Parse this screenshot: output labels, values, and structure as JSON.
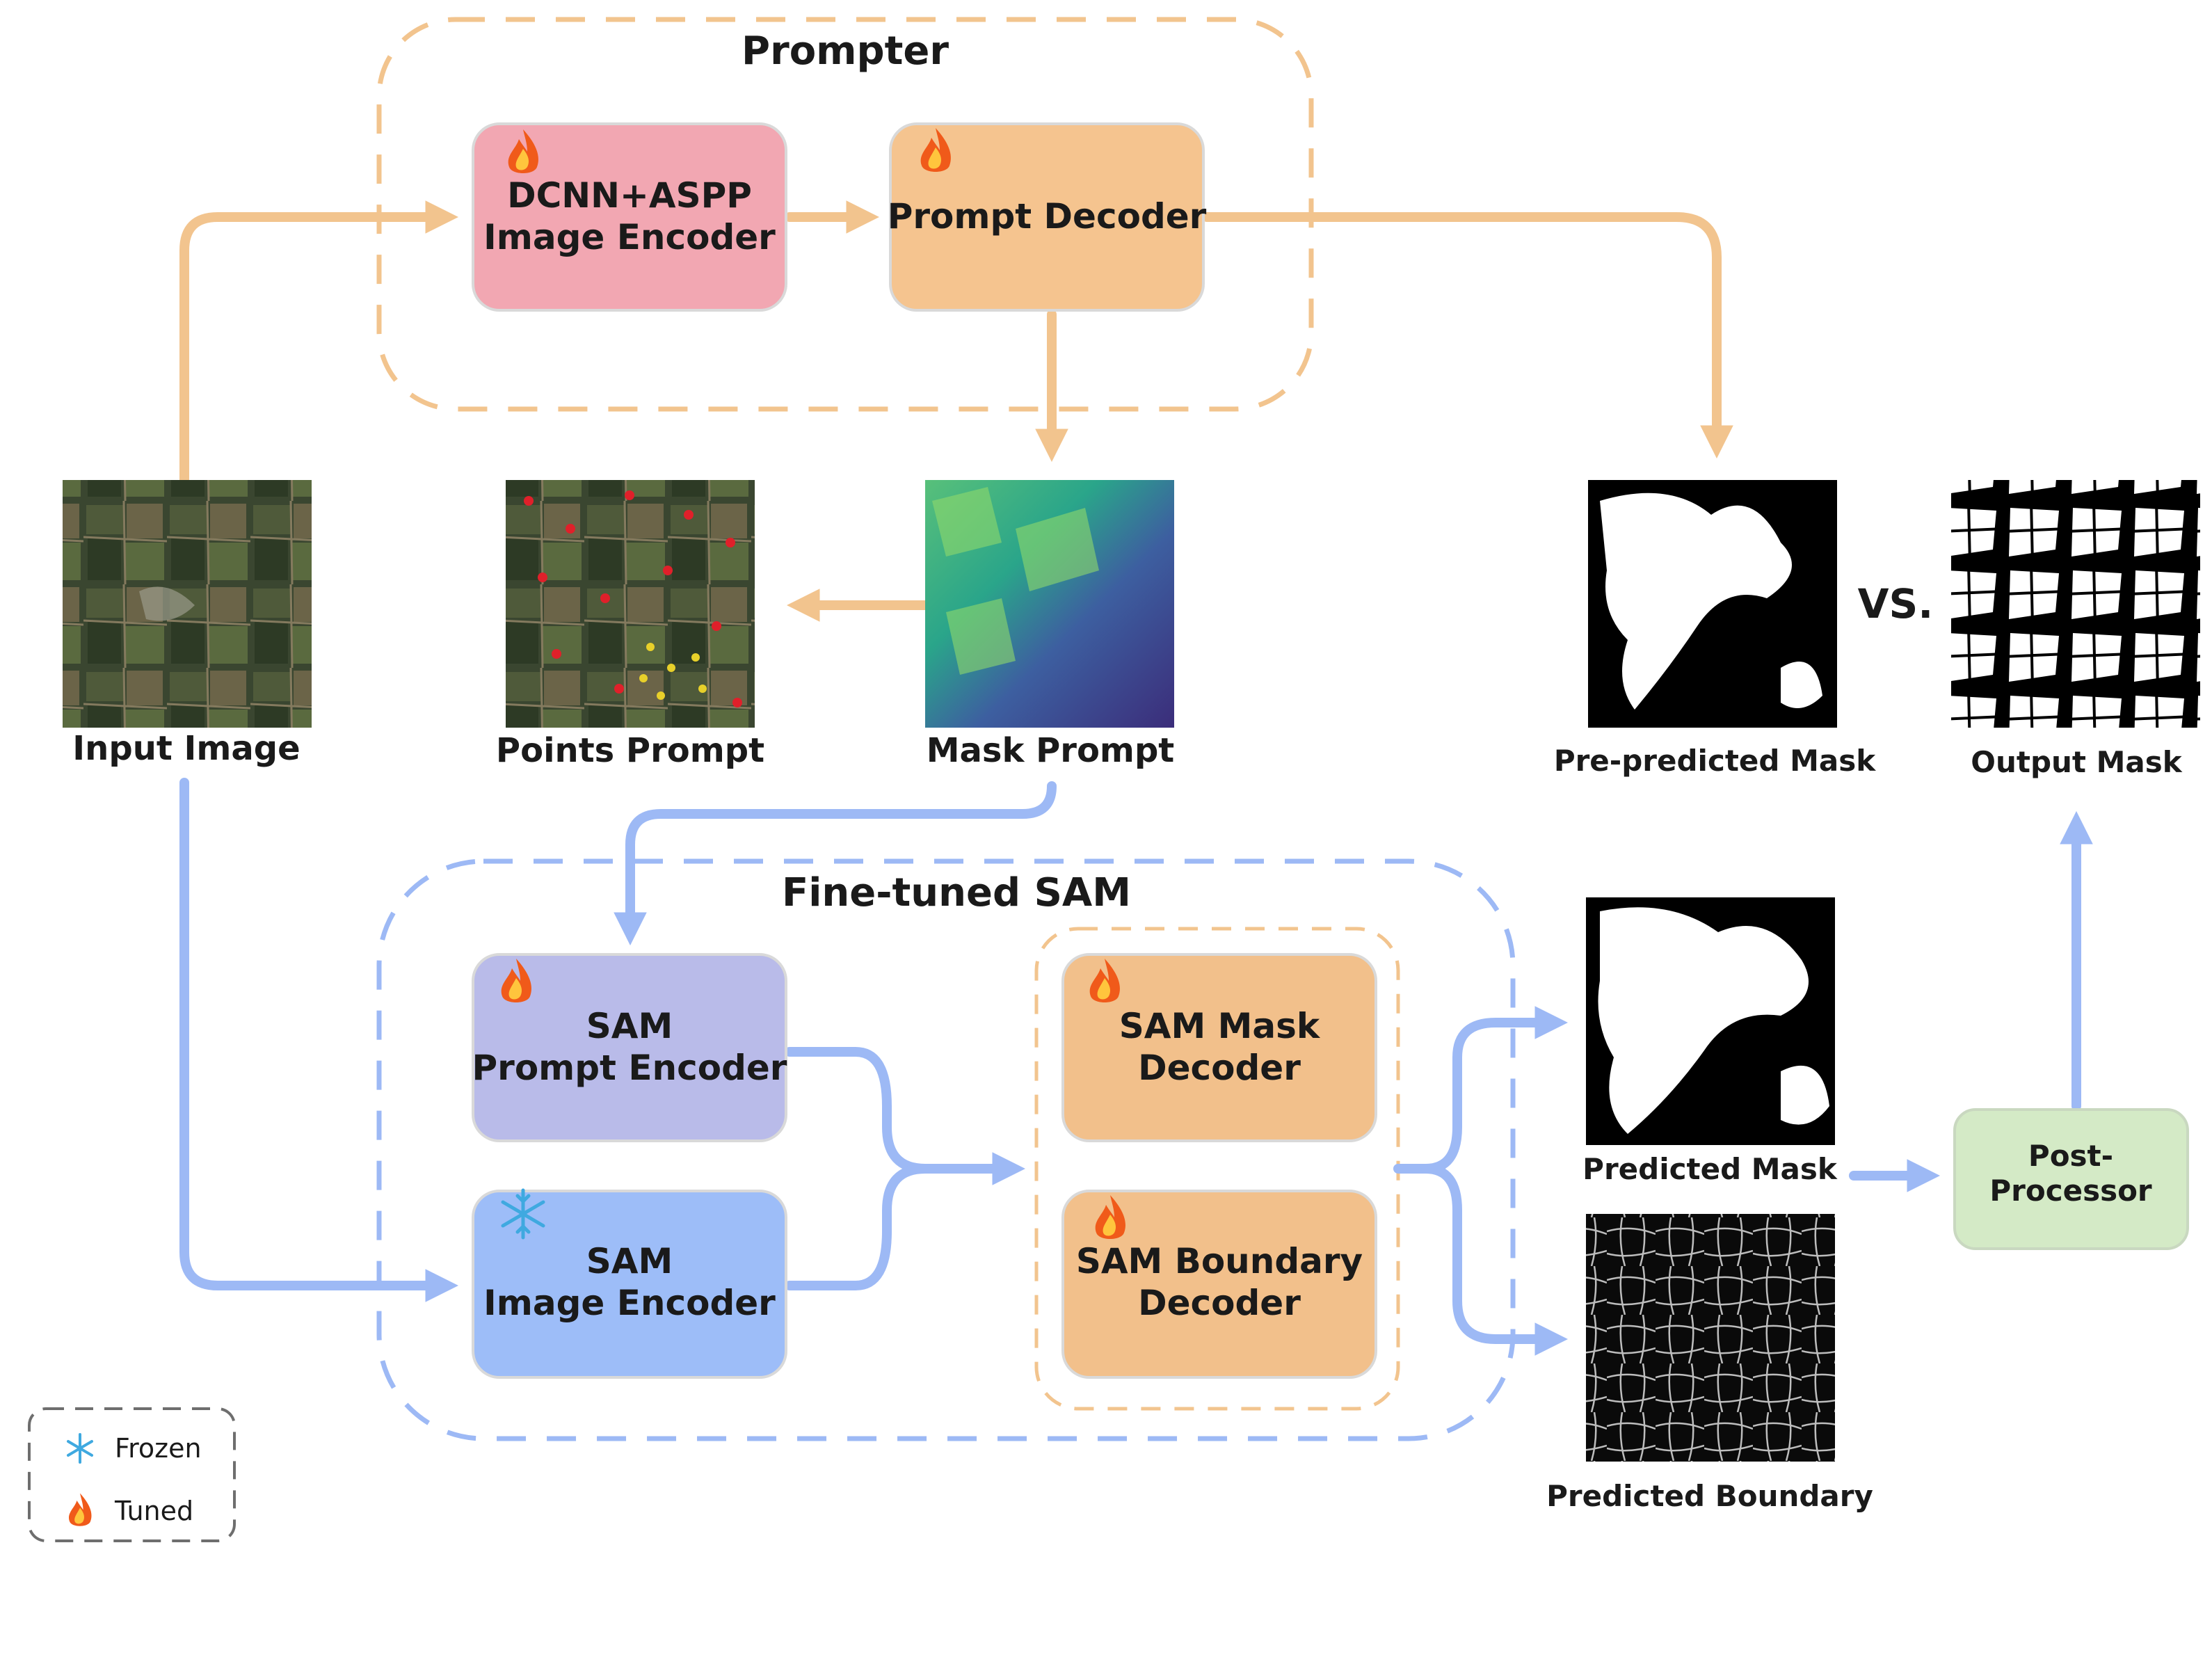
{
  "groups": {
    "prompter": "Prompter",
    "finetuned_sam": "Fine-tuned SAM"
  },
  "modules": {
    "dcnn_encoder": {
      "line1": "DCNN+ASPP",
      "line2": "Image Encoder",
      "state": "tuned"
    },
    "prompt_decoder": {
      "line1": "Prompt Decoder",
      "state": "tuned"
    },
    "sam_prompt_encoder": {
      "line1": "SAM",
      "line2": "Prompt Encoder",
      "state": "tuned"
    },
    "sam_image_encoder": {
      "line1": "SAM",
      "line2": "Image Encoder",
      "state": "frozen"
    },
    "sam_mask_decoder": {
      "line1": "SAM Mask",
      "line2": "Decoder",
      "state": "tuned"
    },
    "sam_boundary_decoder": {
      "line1": "SAM Boundary",
      "line2": "Decoder",
      "state": "tuned"
    },
    "post_processor": {
      "line1": "Post-",
      "line2": "Processor"
    }
  },
  "images": {
    "input_image": "Input Image",
    "points_prompt": "Points Prompt",
    "mask_prompt": "Mask Prompt",
    "pre_predicted_mask": "Pre-predicted Mask",
    "output_mask": "Output Mask",
    "predicted_mask": "Predicted Mask",
    "predicted_boundary": "Predicted Boundary"
  },
  "comparison": "VS.",
  "legend": {
    "frozen": "Frozen",
    "tuned": "Tuned"
  },
  "colors": {
    "prompter_flow": "#f2c48e",
    "sam_flow": "#9db9f5",
    "dcnn_encoder": "#f2a7b2",
    "prompt_decoder": "#f5c48f",
    "sam_prompt_encoder": "#b9bbe9",
    "sam_image_encoder": "#9dbdf8",
    "sam_decoders": "#f2c08b",
    "post_processor": "#d4eac6"
  },
  "icons": {
    "tuned": "flame-icon",
    "frozen": "snowflake-icon"
  }
}
